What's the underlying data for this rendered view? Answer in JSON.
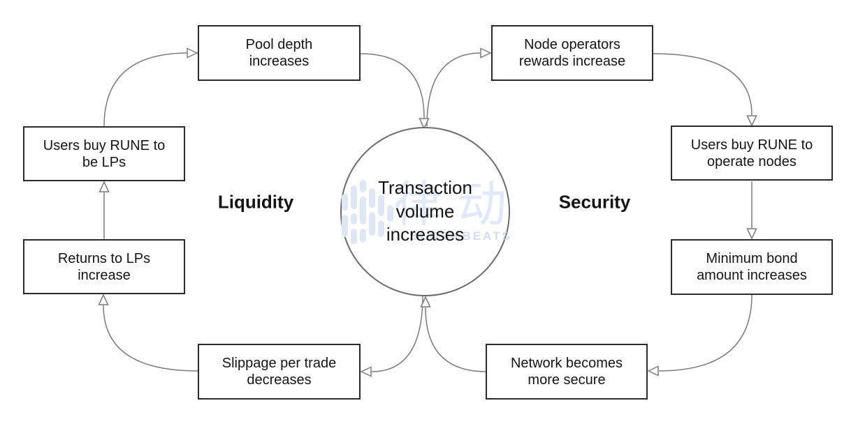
{
  "colors": {
    "box_border": "#2b2b2b",
    "box_background": "#ffffff",
    "text": "#141414",
    "connector": "#7b7b7b",
    "circle_border": "#6b6b6b",
    "watermark_blue": "#dfe7f5"
  },
  "center_node": {
    "text": "Transaction volume increases",
    "lines": [
      "Transaction",
      "volume",
      "increases"
    ]
  },
  "left_loop": {
    "label": "Liquidity",
    "pool_depth": {
      "text": "Pool depth increases",
      "lines": [
        "Pool depth",
        "increases"
      ]
    },
    "users_buy": {
      "text": "Users buy RUNE to be LPs",
      "lines": [
        "Users buy RUNE to",
        "be LPs"
      ]
    },
    "returns": {
      "text": "Returns to LPs increase",
      "lines": [
        "Returns to LPs",
        "increase"
      ]
    },
    "slippage": {
      "text": "Slippage per trade decreases",
      "lines": [
        "Slippage per trade",
        "decreases"
      ]
    }
  },
  "right_loop": {
    "label": "Security",
    "node_rewards": {
      "text": "Node operators rewards increase",
      "lines": [
        "Node operators",
        "rewards increase"
      ]
    },
    "users_buy": {
      "text": "Users buy RUNE to operate nodes",
      "lines": [
        "Users buy RUNE to",
        "operate nodes"
      ]
    },
    "min_bond": {
      "text": "Minimum bond amount increases",
      "lines": [
        "Minimum bond",
        "amount increases"
      ]
    },
    "network_secure": {
      "text": "Network becomes more secure",
      "lines": [
        "Network becomes",
        "more secure"
      ]
    }
  },
  "watermark": {
    "logo_text": "律动",
    "brand_text": "BLOCKBEATS"
  }
}
